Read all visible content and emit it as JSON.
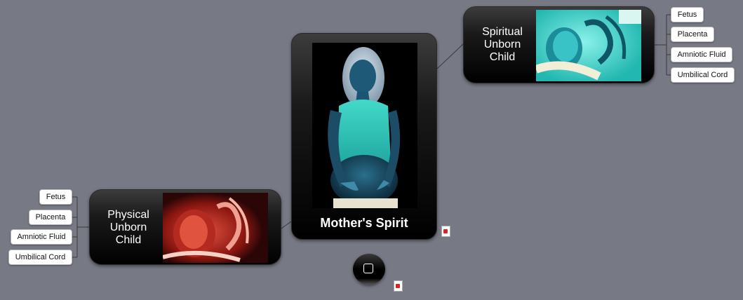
{
  "central": {
    "label": "Mother's Spirit",
    "image": "pregnant-woman-inverted-photo"
  },
  "spiritual": {
    "label": "Spiritual Unborn Child",
    "image": "fetus-inverted-photo",
    "children": [
      "Fetus",
      "Placenta",
      "Amniotic Fluid",
      "Umbilical Cord"
    ]
  },
  "physical": {
    "label": "Physical Unborn Child",
    "image": "fetus-photo",
    "children": [
      "Fetus",
      "Placenta",
      "Amniotic Fluid",
      "Umbilical Cord"
    ]
  },
  "colors": {
    "background": "#777985",
    "node": "#000000",
    "leaf": "#ffffff"
  },
  "icons": {
    "attachment": "pdf-attachment-icon",
    "floating_topic": "square-icon"
  }
}
